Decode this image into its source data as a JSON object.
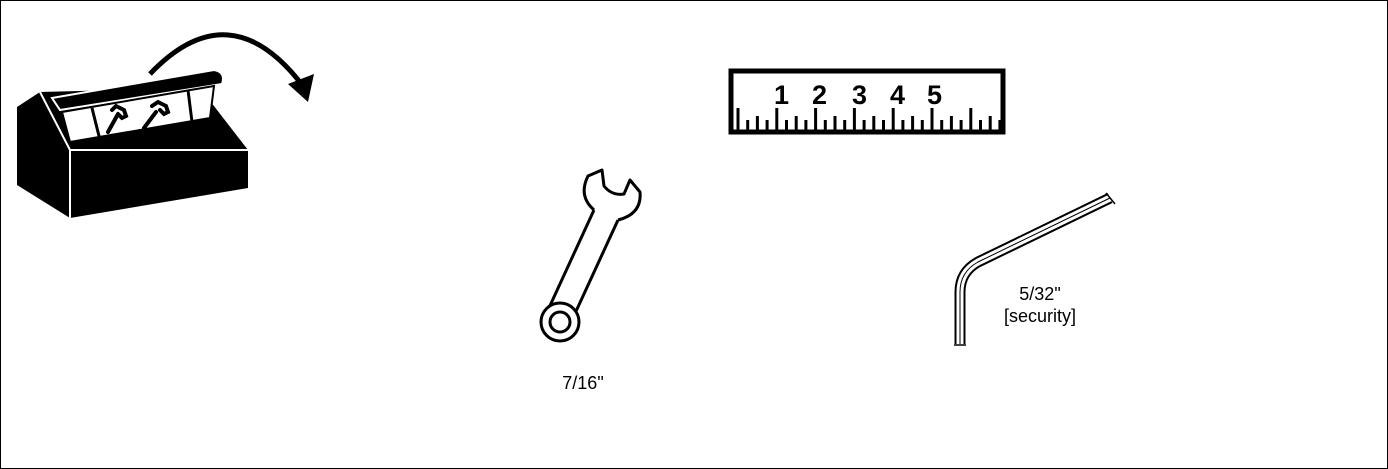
{
  "ruler": {
    "numbers": [
      "1",
      "2",
      "3",
      "4",
      "5"
    ]
  },
  "wrench": {
    "label": "7/16\""
  },
  "hex_key": {
    "size_label": "5/32\"",
    "type_label": "[security]"
  },
  "icons": {
    "toolbox": "toolbox-icon",
    "rotate_arrow": "rotate-arrow-icon",
    "ruler": "ruler-icon",
    "wrench": "wrench-icon",
    "hex_key": "hex-key-icon"
  },
  "colors": {
    "ink": "#000000",
    "background": "#ffffff"
  }
}
